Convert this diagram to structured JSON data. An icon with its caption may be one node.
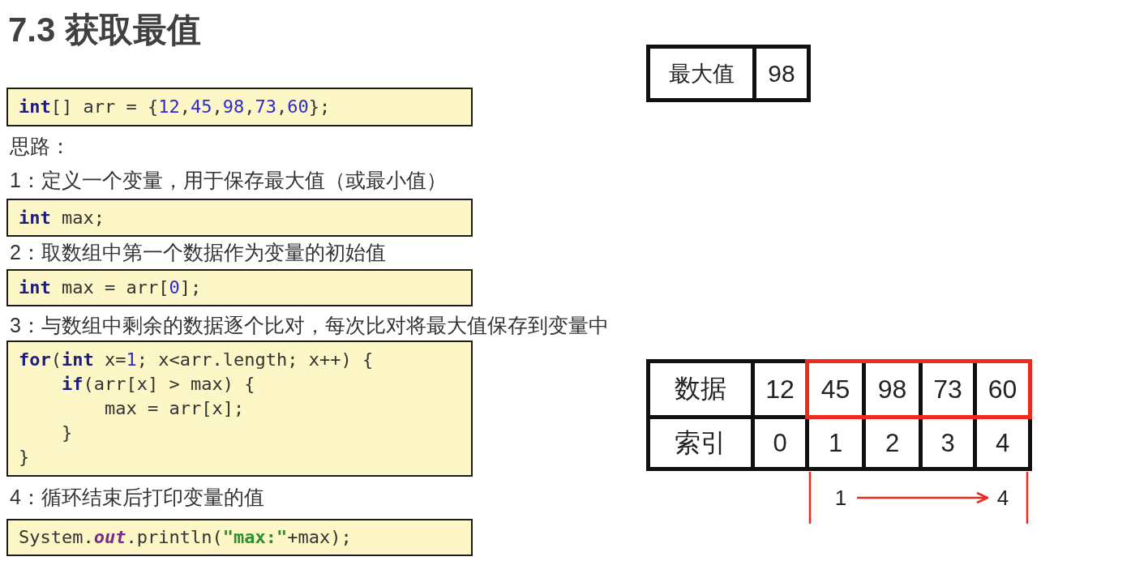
{
  "diagram": {
    "title": "7.3 获取最值",
    "nodes": [
      {
        "text": [
          "**int**[] arr = {12,45,98,73,60};"
        ]
      },
      {
        "text": [
          "**int** max;"
        ]
      },
      {
        "text": [
          "**int** max = arr[0];"
        ]
      },
      {
        "text": [
          "**for**(**int** x=1; x<arr.length; x++) {",
          "**if**(arr[x] > max) {",
          "max = arr[x];",
          "}",
          "}"
        ]
      },
      {
        "text": [
          "System.*out*.println(**\"max:\"**+max);"
        ]
      },
      {
        "text": [
          "1"
        ]
      },
      {
        "text": [
          "4"
        ]
      }
    ],
    "edges": [
      {
        "from": 5,
        "to": 6,
        "arrow": "to",
        "color": "#ee2a1e"
      }
    ],
    "labels": [
      "思路：",
      "1：定义一个变量，用于保存最大值（或最小值）",
      "2：取数组中第一个数据作为变量的初始值",
      "3：与数组中剩余的数据逐个比对，每次比对将最大值保存到变量中",
      "4：循环结束后打印变量的值",
      "最大值",
      "98",
      "数据",
      "12",
      "45",
      "98",
      "73",
      "60",
      "索引",
      "0",
      "1",
      "2",
      "3",
      "4"
    ]
  }
}
